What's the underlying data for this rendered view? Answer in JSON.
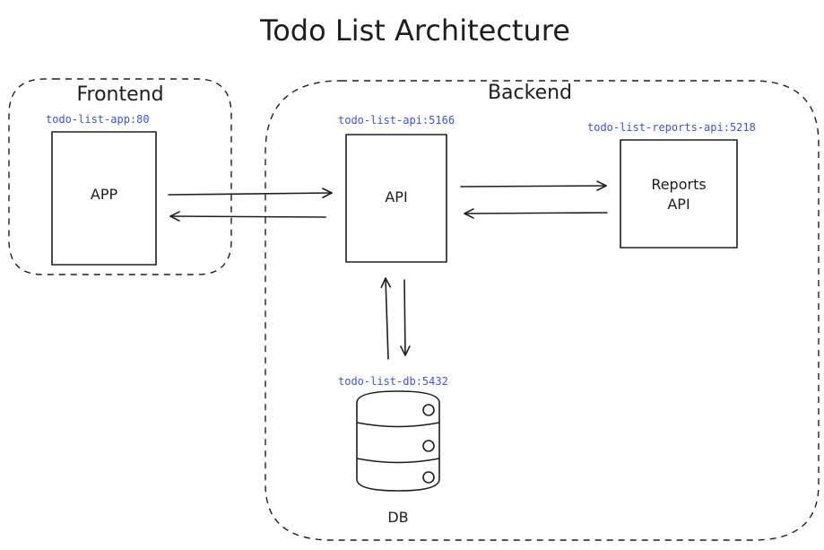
{
  "title": "Todo List Architecture",
  "groups": {
    "frontend": {
      "label": "Frontend"
    },
    "backend": {
      "label": "Backend"
    }
  },
  "nodes": {
    "app": {
      "label": "APP",
      "port_label": "todo-list-app:80"
    },
    "api": {
      "label": "API",
      "port_label": "todo-list-api:5166"
    },
    "reports": {
      "label_line1": "Reports",
      "label_line2": "API",
      "port_label": "todo-list-reports-api:5218"
    },
    "db": {
      "label": "DB",
      "port_label": "todo-list-db:5432"
    }
  },
  "colors": {
    "stroke": "#1e1e1e",
    "port_label": "#3d56c9",
    "background": "#ffffff"
  }
}
